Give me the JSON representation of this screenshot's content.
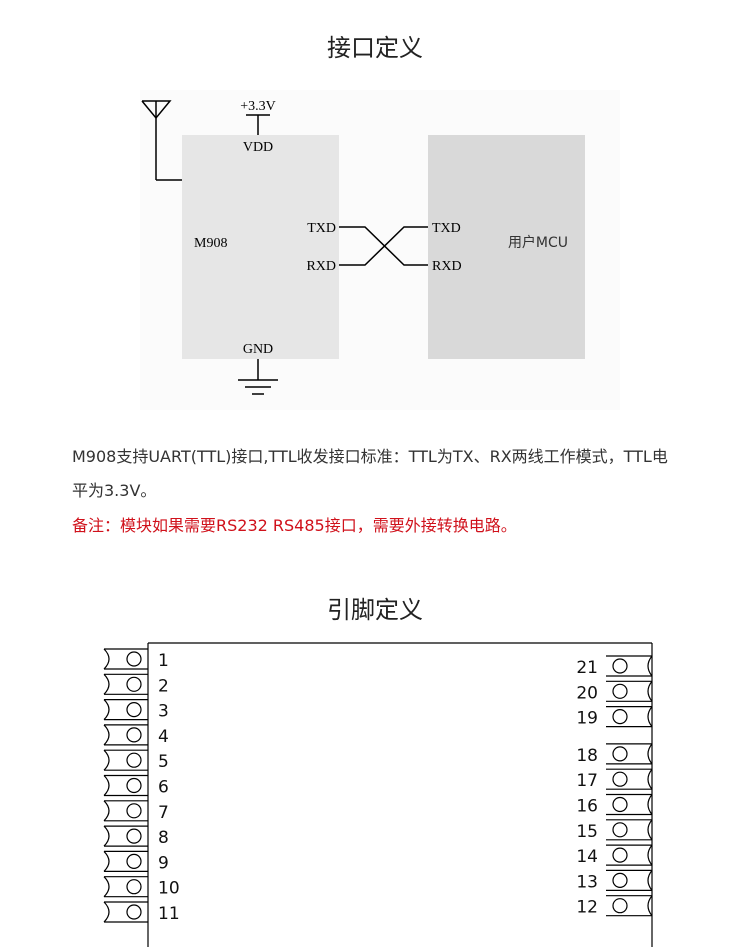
{
  "interface": {
    "title": "接口定义",
    "diagram": {
      "supply_label": "+3.3V",
      "vdd_label": "VDD",
      "gnd_label": "GND",
      "module_label": "M908",
      "module_txd": "TXD",
      "module_rxd": "RXD",
      "mcu_txd": "TXD",
      "mcu_rxd": "RXD",
      "mcu_label": "用户MCU",
      "module_fill": "#e6e6e6",
      "mcu_fill": "#d9d9d9"
    },
    "description": "M908支持UART(TTL)接口,TTL收发接口标准：TTL为TX、RX两线工作模式，TTL电平为3.3V。",
    "note": "备注：模块如果需要RS232 RS485接口，需要外接转换电路。",
    "note_color": "#d0111b"
  },
  "pins": {
    "title": "引脚定义",
    "left": [
      "1",
      "2",
      "3",
      "4",
      "5",
      "6",
      "7",
      "8",
      "9",
      "10",
      "11"
    ],
    "right": [
      "21",
      "20",
      "19",
      "18",
      "17",
      "16",
      "15",
      "14",
      "13",
      "12"
    ]
  }
}
